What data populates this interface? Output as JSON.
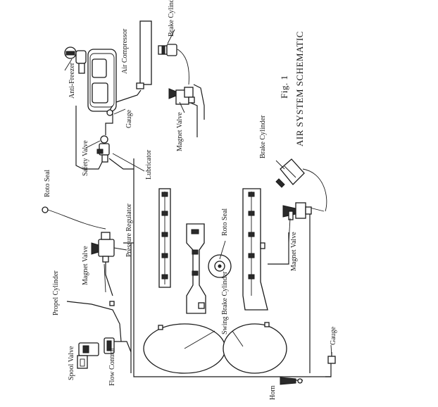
{
  "figure": {
    "number": "Fig. 1",
    "title": "AIR SYSTEM SCHEMATIC"
  },
  "labels": {
    "anti_freezer": "Anti-Freezer",
    "air_compressor": "Air Compressor",
    "gauge_top": "Gauge",
    "safety_valve": "Safety Valve",
    "lubricator": "Lubricator",
    "brake_cylinder_top": "Brake Cylinder",
    "magnet_valve_top": "Magnet Valve",
    "roto_seal_left": "Roto Seal",
    "pressure_regulator": "Pressure Regulator",
    "propel_cylinder": "Propel Cylinder",
    "magnet_valve_left": "Magnet Valve",
    "spool_valve": "Spool Valve",
    "flow_control": "Flow Control",
    "roto_seal_center": "Roto Seal",
    "swing_brake_cylinder": "Swing Brake Cylinder",
    "brake_cylinder_right": "Brake Cylinder",
    "magnet_valve_right": "Magnet Valve",
    "gauge_bottom": "Gauge",
    "horn": "Horn"
  }
}
